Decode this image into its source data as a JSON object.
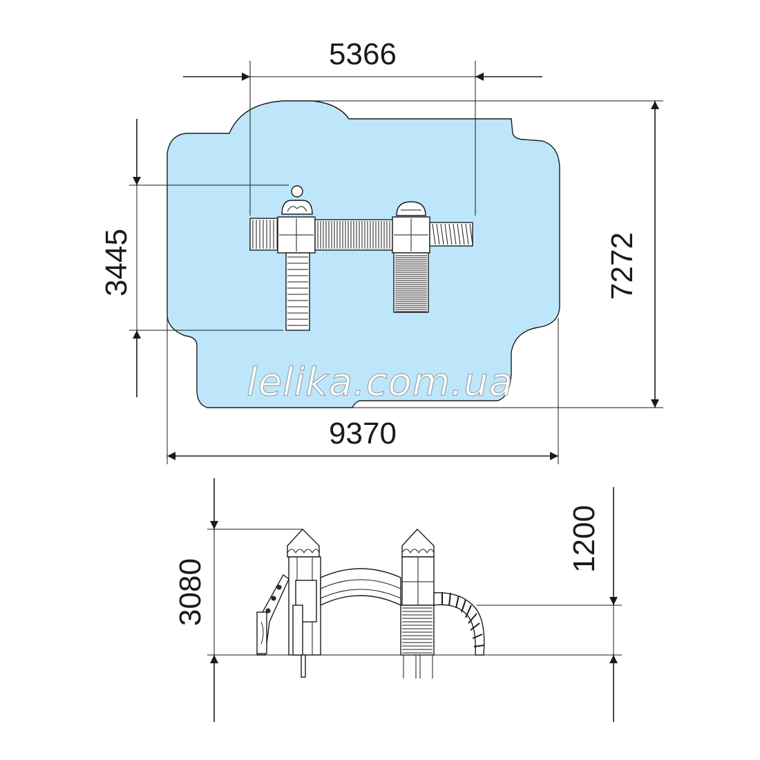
{
  "plan_view": {
    "zone_color": "#bde6fa",
    "width_label": "9370",
    "depth_label": "7272",
    "equipment_width_label": "5366",
    "equipment_depth_label": "3445"
  },
  "side_view": {
    "height_label": "3080",
    "platform_height_label": "1200"
  },
  "watermark": "lelika.com.ua"
}
